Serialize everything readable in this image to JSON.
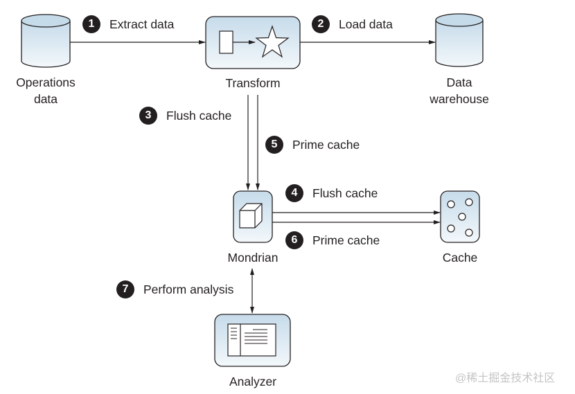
{
  "nodes": {
    "operations": {
      "line1": "Operations",
      "line2": "data"
    },
    "transform": {
      "label": "Transform"
    },
    "warehouse": {
      "line1": "Data",
      "line2": "warehouse"
    },
    "mondrian": {
      "label": "Mondrian"
    },
    "cache": {
      "label": "Cache"
    },
    "analyzer": {
      "label": "Analyzer"
    }
  },
  "steps": [
    {
      "num": "1",
      "label": "Extract data"
    },
    {
      "num": "2",
      "label": "Load data"
    },
    {
      "num": "3",
      "label": "Flush cache"
    },
    {
      "num": "4",
      "label": "Flush cache"
    },
    {
      "num": "5",
      "label": "Prime cache"
    },
    {
      "num": "6",
      "label": "Prime cache"
    },
    {
      "num": "7",
      "label": "Perform analysis"
    }
  ],
  "watermark": "@稀土掘金技术社区",
  "colors": {
    "fill_top": "#c9dceb",
    "fill_bottom": "#f2f7fb",
    "stroke": "#231f20"
  }
}
